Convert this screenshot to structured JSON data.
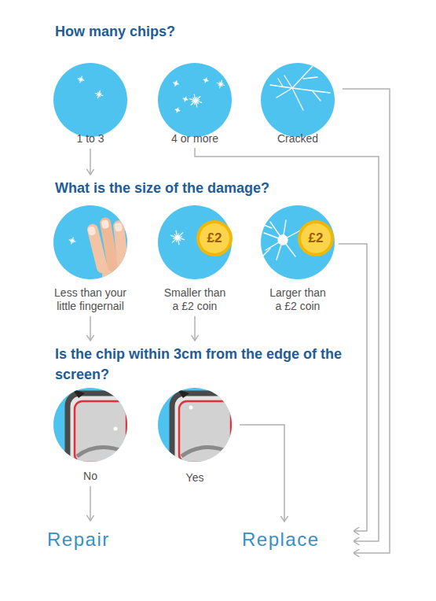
{
  "diagram": {
    "nodes": [
      {
        "text": [
          "How many chips?"
        ]
      },
      {
        "text": [
          "1 to 3"
        ]
      },
      {
        "text": [
          "4 or more"
        ]
      },
      {
        "text": [
          "Cracked"
        ]
      },
      {
        "text": [
          "What is the size of the damage?"
        ]
      },
      {
        "text": [
          "Less than your little fingernail"
        ]
      },
      {
        "text": [
          "Smaller than a £2 coin"
        ]
      },
      {
        "text": [
          "Larger than a £2 coin"
        ]
      },
      {
        "text": [
          "Is the chip within 3cm from the edge of the screen?"
        ]
      },
      {
        "text": [
          "No"
        ]
      },
      {
        "text": [
          "Yes"
        ]
      },
      {
        "text": [
          "Repair"
        ]
      },
      {
        "text": [
          "Replace"
        ]
      }
    ],
    "edges": [
      {
        "from": 1,
        "to": 4,
        "arrow": "to"
      },
      {
        "from": 5,
        "to": 8,
        "arrow": "to"
      },
      {
        "from": 6,
        "to": 8,
        "arrow": "to"
      },
      {
        "from": 9,
        "to": 11,
        "arrow": "to"
      },
      {
        "from": 10,
        "to": 12,
        "arrow": "to"
      },
      {
        "from": 7,
        "to": 12,
        "arrow": "to"
      },
      {
        "from": 2,
        "to": 12,
        "arrow": "to"
      },
      {
        "from": 3,
        "to": 12,
        "arrow": "to"
      }
    ],
    "labels": [
      "£2",
      "£2"
    ]
  }
}
